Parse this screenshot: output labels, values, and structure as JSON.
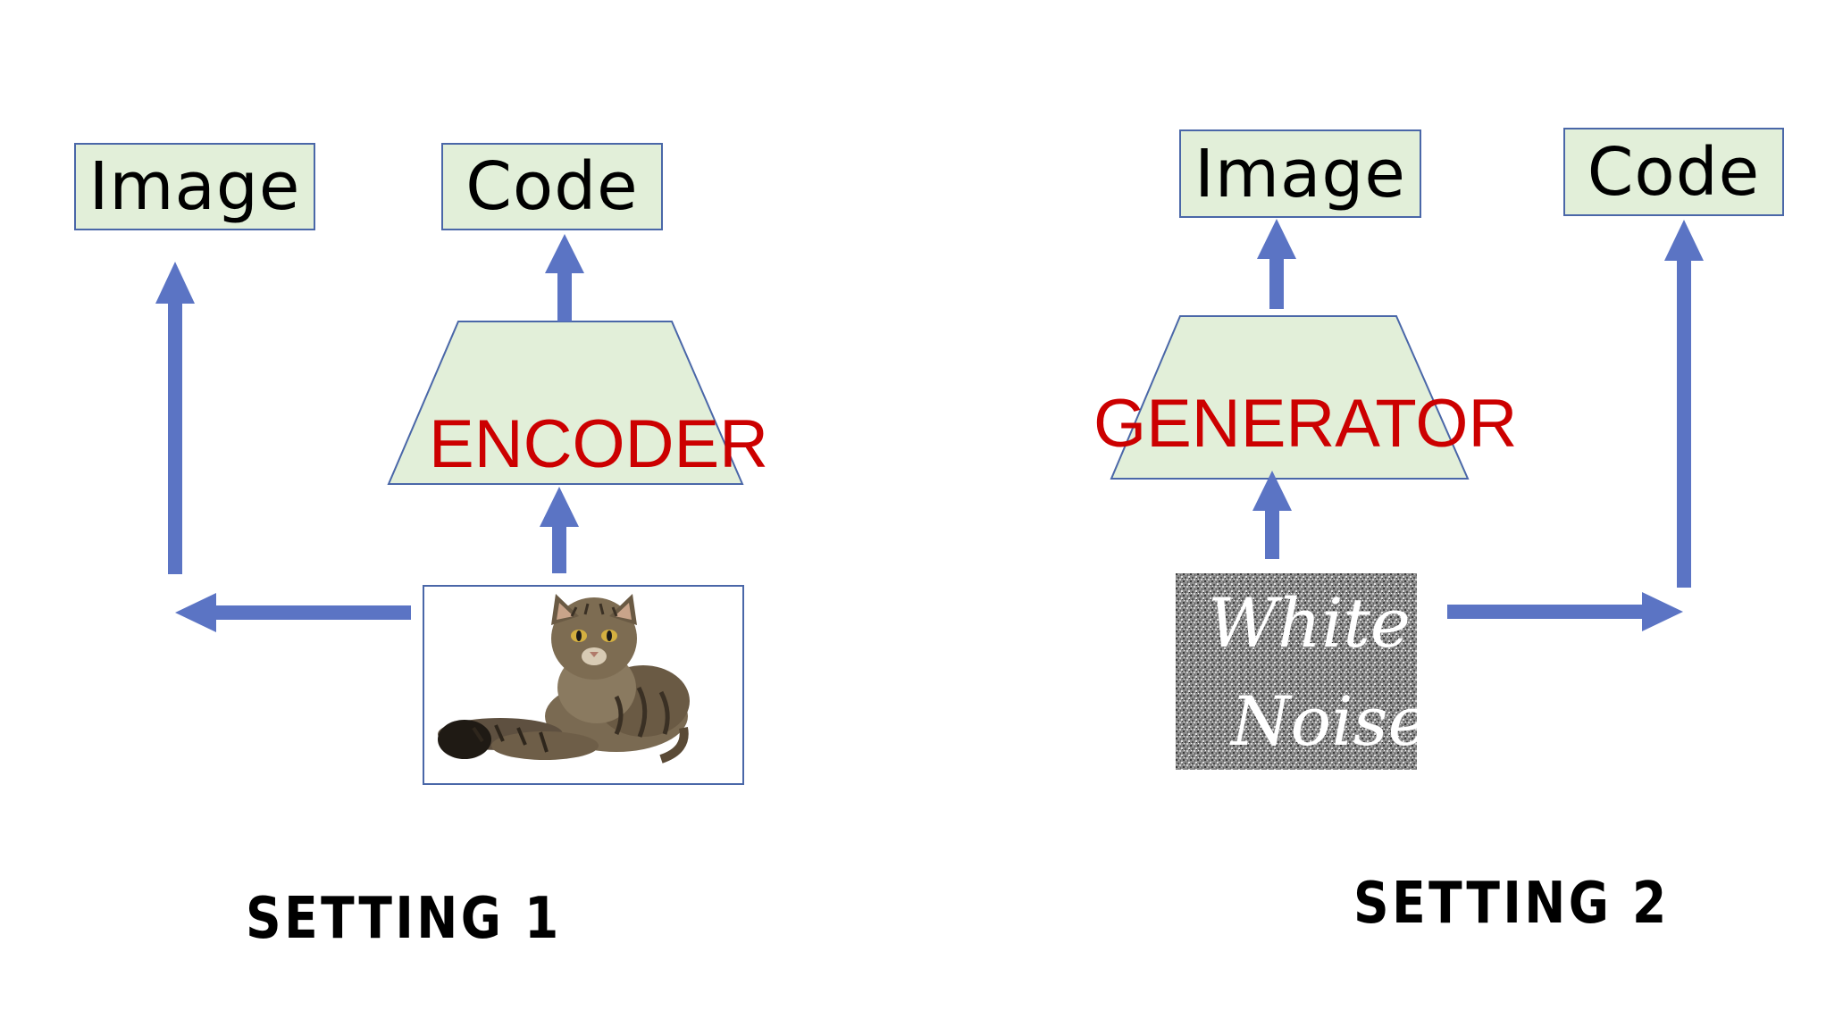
{
  "setting1": {
    "image_label": "Image",
    "code_label": "Code",
    "encoder_label": "ENCODER",
    "caption": "SETTING 1"
  },
  "setting2": {
    "image_label": "Image",
    "code_label": "Code",
    "generator_label": "GENERATOR",
    "noise_word_1": "White",
    "noise_word_2": "Noise",
    "caption": "SETTING 2"
  },
  "colors": {
    "box_fill": "#e2efd9",
    "box_border": "#4a67a8",
    "arrow": "#5b74c4",
    "label_red": "#cc0000"
  },
  "icons": {
    "setting1_input": "tabby-cat-photo",
    "setting2_input": "white-noise-image"
  }
}
